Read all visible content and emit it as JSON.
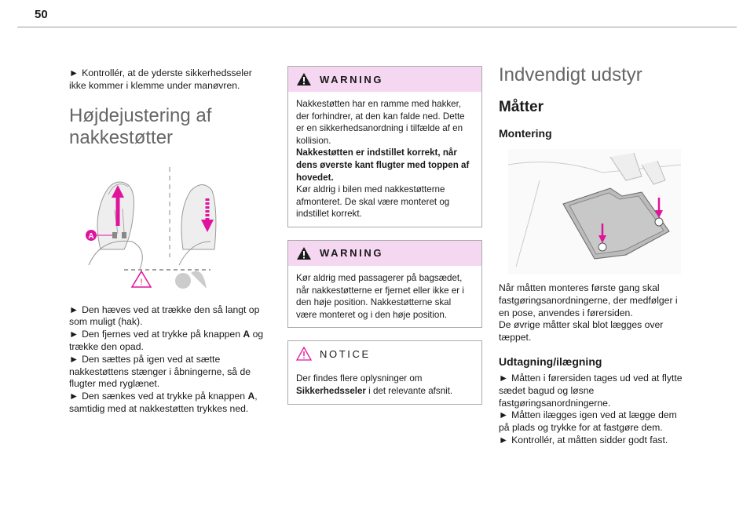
{
  "page_number": "50",
  "col1": {
    "intro": "Kontrollér, at de yderste sikkerhedsseler ikke kommer i klemme under manøvren.",
    "title_line1": "Højdejustering af",
    "title_line2": "nakkestøtter",
    "figure_label_a": "A",
    "bullets": [
      "Den hæves ved at trække den så langt op som muligt (hak).",
      "Den fjernes ved at trykke på knappen",
      "Den sættes på igen ved at sætte nakkestøttens stænger i åbningerne, så de flugter med ryglænet.",
      "Den sænkes ved at trykke på knappen"
    ],
    "bullet2_key": "A",
    "bullet2_tail": " og trække den opad.",
    "bullet4_key": "A",
    "bullet4_tail": ", samtidig med at nakkestøtten trykkes ned."
  },
  "col2": {
    "warning1_label": "WARNING",
    "warning1_text1": "Nakkestøtten har en ramme med hakker, der forhindrer, at den kan falde ned. Dette er en sikkerhedsanordning i tilfælde af en kollision.",
    "warning1_bold": "Nakkestøtten er indstillet korrekt, når dens øverste kant flugter med toppen af hovedet.",
    "warning1_text2": "Kør aldrig i bilen med nakkestøtterne afmonteret. De skal være monteret og indstillet korrekt.",
    "warning2_label": "WARNING",
    "warning2_text": "Kør aldrig med passagerer på bagsædet, når nakkestøtterne er fjernet eller ikke er i den høje position. Nakkestøtterne skal være monteret og i den høje position.",
    "notice_label": "NOTICE",
    "notice_text1": "Der findes flere oplysninger om",
    "notice_bold": "Sikkerhedsseler",
    "notice_text2": " i det relevante afsnit."
  },
  "col3": {
    "title": "Indvendigt udstyr",
    "subtitle": "Måtter",
    "section1": "Montering",
    "montering_text": "Når måtten monteres første gang skal fastgøringsanordningerne, der medfølger i en pose, anvendes i førersiden.",
    "montering_text2": "De øvrige måtter skal blot lægges over tæppet.",
    "section2": "Udtagning/ilægning",
    "bullets": [
      "Måtten i førersiden tages ud ved at flytte sædet bagud og løsne fastgøringsanordningerne.",
      "Måtten ilægges igen ved at lægge dem på plads og trykke for at fastgøre dem.",
      "Kontrollér, at måtten sidder godt fast."
    ]
  },
  "colors": {
    "accent": "#e0139c",
    "warning_bg": "#f6d7f2"
  },
  "icons": [
    "warning-triangle-icon",
    "notice-triangle-icon",
    "bullet-arrow-icon"
  ]
}
